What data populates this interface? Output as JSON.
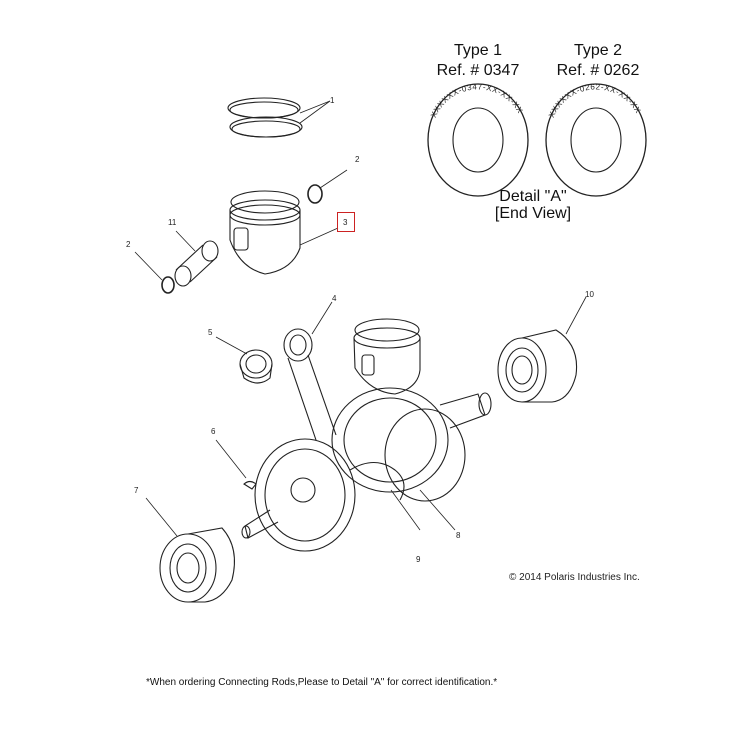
{
  "detail": {
    "type1_title": "Type 1",
    "type1_ref": "Ref. # 0347",
    "type1_stamp": "XXXXXX-0347-XX-XX-XX",
    "type2_title": "Type 2",
    "type2_ref": "Ref. # 0262",
    "type2_stamp": "XXXXXX-0262-XX-XX-XX",
    "caption_line1": "Detail \"A\"",
    "caption_line2": "[End View]"
  },
  "callouts": {
    "c1": "1",
    "c2a": "2",
    "c2b": "2",
    "c3": "3",
    "c4": "4",
    "c5": "5",
    "c6": "6",
    "c7": "7",
    "c8": "8",
    "c9": "9",
    "c10": "10",
    "c11": "11"
  },
  "copyright": "© 2014 Polaris Industries Inc.",
  "footnote": "*When ordering Connecting Rods,Please to Detail \"A\" for correct identification.*"
}
